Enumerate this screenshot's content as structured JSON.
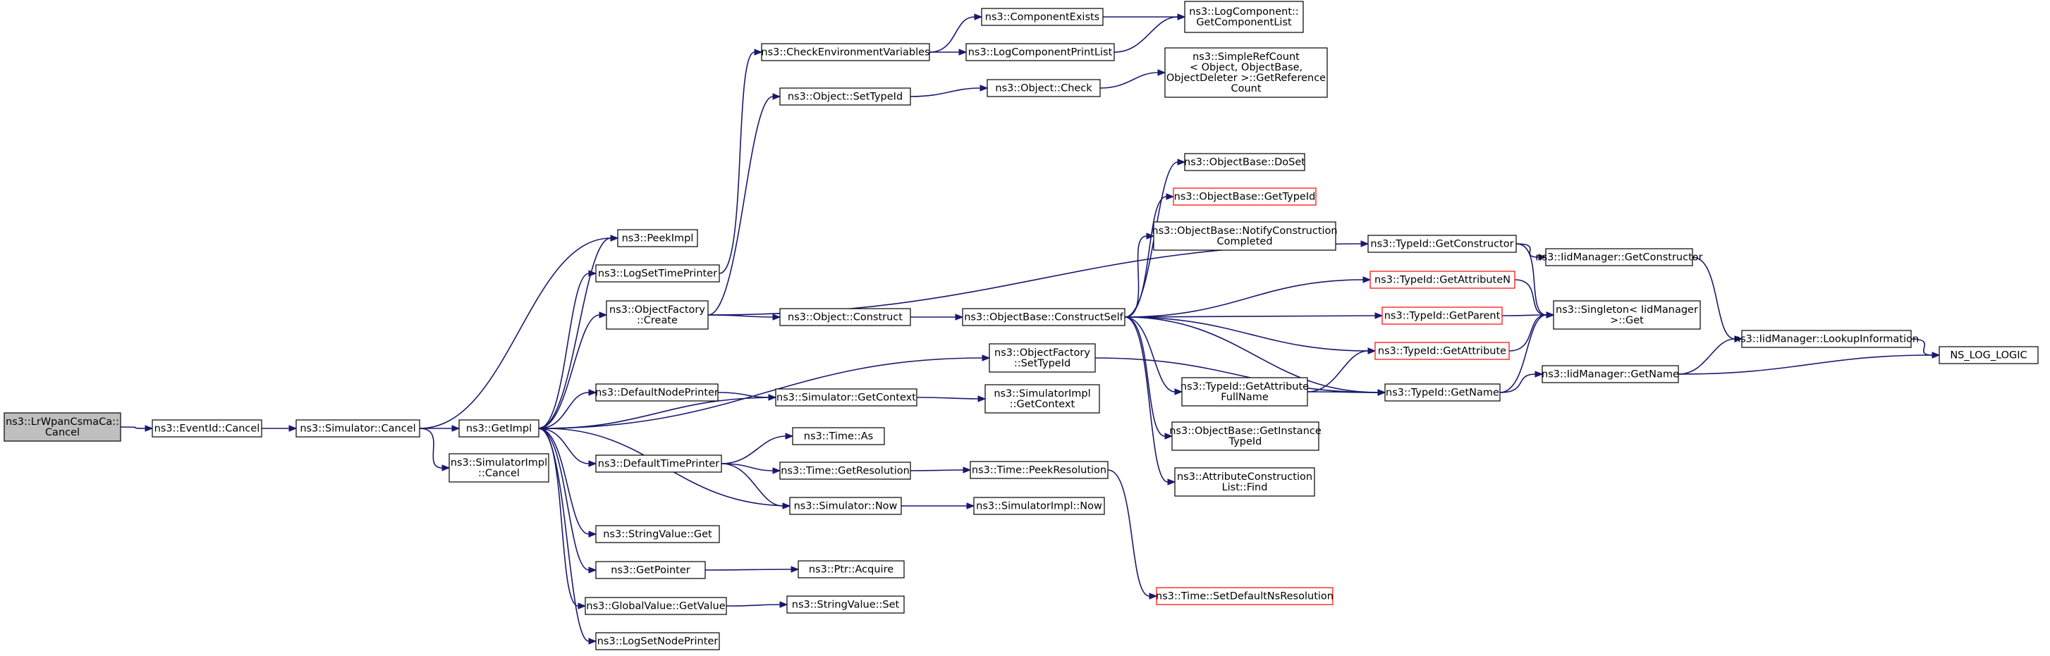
{
  "nodes": [
    {
      "id": "n1",
      "lines": [
        "ns3::LrWpanCsmaCa::",
        "Cancel"
      ],
      "root": true
    },
    {
      "id": "n2",
      "lines": [
        "ns3::EventId::Cancel"
      ]
    },
    {
      "id": "n3",
      "lines": [
        "ns3::Simulator::Cancel"
      ]
    },
    {
      "id": "n4",
      "lines": [
        "ns3::GetImpl"
      ]
    },
    {
      "id": "n5",
      "lines": [
        "ns3::SimulatorImpl",
        "::Cancel"
      ]
    },
    {
      "id": "n6",
      "lines": [
        "ns3::PeekImpl"
      ]
    },
    {
      "id": "n7",
      "lines": [
        "ns3::LogSetTimePrinter"
      ]
    },
    {
      "id": "n8",
      "lines": [
        "ns3::ObjectFactory",
        "::Create"
      ]
    },
    {
      "id": "n9",
      "lines": [
        "ns3::DefaultNodePrinter"
      ]
    },
    {
      "id": "n10",
      "lines": [
        "ns3::DefaultTimePrinter"
      ]
    },
    {
      "id": "n11",
      "lines": [
        "ns3::StringValue::Get"
      ]
    },
    {
      "id": "n12",
      "lines": [
        "ns3::GetPointer"
      ]
    },
    {
      "id": "n13",
      "lines": [
        "ns3::GlobalValue::GetValue"
      ]
    },
    {
      "id": "n14",
      "lines": [
        "ns3::LogSetNodePrinter"
      ]
    },
    {
      "id": "n15",
      "lines": [
        "ns3::CheckEnvironmentVariables"
      ]
    },
    {
      "id": "n16",
      "lines": [
        "ns3::Object::SetTypeId"
      ]
    },
    {
      "id": "n17",
      "lines": [
        "ns3::Object::Construct"
      ]
    },
    {
      "id": "n18",
      "lines": [
        "ns3::Simulator::GetContext"
      ]
    },
    {
      "id": "n19",
      "lines": [
        "ns3::Time::As"
      ]
    },
    {
      "id": "n20",
      "lines": [
        "ns3::Time::GetResolution"
      ]
    },
    {
      "id": "n21",
      "lines": [
        "ns3::Simulator::Now"
      ]
    },
    {
      "id": "n22",
      "lines": [
        "ns3::Ptr::Acquire"
      ]
    },
    {
      "id": "n23",
      "lines": [
        "ns3::StringValue::Set"
      ]
    },
    {
      "id": "n24",
      "lines": [
        "ns3::ComponentExists"
      ]
    },
    {
      "id": "n25",
      "lines": [
        "ns3::LogComponentPrintList"
      ]
    },
    {
      "id": "n26",
      "lines": [
        "ns3::Object::Check"
      ]
    },
    {
      "id": "n27",
      "lines": [
        "ns3::ObjectBase::ConstructSelf"
      ]
    },
    {
      "id": "n28",
      "lines": [
        "ns3::ObjectFactory",
        "::SetTypeId"
      ]
    },
    {
      "id": "n29",
      "lines": [
        "ns3::SimulatorImpl",
        "::GetContext"
      ]
    },
    {
      "id": "n30",
      "lines": [
        "ns3::Time::PeekResolution"
      ]
    },
    {
      "id": "n31",
      "lines": [
        "ns3::SimulatorImpl::Now"
      ]
    },
    {
      "id": "n32",
      "lines": [
        "ns3::LogComponent::",
        "GetComponentList"
      ]
    },
    {
      "id": "n33",
      "lines": [
        "ns3::SimpleRefCount",
        "< Object, ObjectBase,",
        "ObjectDeleter >::GetReference",
        "Count"
      ]
    },
    {
      "id": "n34",
      "lines": [
        "ns3::ObjectBase::DoSet"
      ]
    },
    {
      "id": "n35",
      "lines": [
        "ns3::ObjectBase::GetTypeId"
      ],
      "red": true
    },
    {
      "id": "n36",
      "lines": [
        "ns3::ObjectBase::NotifyConstruction",
        "Completed"
      ]
    },
    {
      "id": "n37",
      "lines": [
        "ns3::TypeId::GetAttribute",
        "FullName"
      ]
    },
    {
      "id": "n38",
      "lines": [
        "ns3::ObjectBase::GetInstance",
        "TypeId"
      ]
    },
    {
      "id": "n39",
      "lines": [
        "ns3::AttributeConstruction",
        "List::Find"
      ]
    },
    {
      "id": "n40",
      "lines": [
        "ns3::Time::SetDefaultNsResolution"
      ],
      "red": true
    },
    {
      "id": "n41",
      "lines": [
        "ns3::TypeId::GetConstructor"
      ]
    },
    {
      "id": "n42",
      "lines": [
        "ns3::TypeId::GetAttributeN"
      ],
      "red": true
    },
    {
      "id": "n43",
      "lines": [
        "ns3::TypeId::GetParent"
      ],
      "red": true
    },
    {
      "id": "n44",
      "lines": [
        "ns3::TypeId::GetAttribute"
      ],
      "red": true
    },
    {
      "id": "n45",
      "lines": [
        "ns3::TypeId::GetName"
      ]
    },
    {
      "id": "n46",
      "lines": [
        "ns3::IidManager::GetConstructor"
      ]
    },
    {
      "id": "n47",
      "lines": [
        "ns3::Singleton< IidManager",
        " >::Get"
      ]
    },
    {
      "id": "n48",
      "lines": [
        "ns3::IidManager::GetName"
      ]
    },
    {
      "id": "n49",
      "lines": [
        "ns3::IidManager::LookupInformation"
      ]
    },
    {
      "id": "n50",
      "lines": [
        "NS_LOG_LOGIC"
      ]
    }
  ],
  "edges": [
    [
      "n1",
      "n2"
    ],
    [
      "n2",
      "n3"
    ],
    [
      "n3",
      "n4"
    ],
    [
      "n3",
      "n5"
    ],
    [
      "n3",
      "n6"
    ],
    [
      "n4",
      "n6"
    ],
    [
      "n4",
      "n7"
    ],
    [
      "n4",
      "n8"
    ],
    [
      "n4",
      "n9"
    ],
    [
      "n4",
      "n10"
    ],
    [
      "n4",
      "n11"
    ],
    [
      "n4",
      "n12"
    ],
    [
      "n4",
      "n13"
    ],
    [
      "n4",
      "n14"
    ],
    [
      "n4",
      "n28"
    ],
    [
      "n7",
      "n15"
    ],
    [
      "n8",
      "n16"
    ],
    [
      "n8",
      "n17"
    ],
    [
      "n8",
      "n41"
    ],
    [
      "n9",
      "n18"
    ],
    [
      "n18",
      "n4"
    ],
    [
      "n18",
      "n29"
    ],
    [
      "n10",
      "n19"
    ],
    [
      "n10",
      "n20"
    ],
    [
      "n10",
      "n21"
    ],
    [
      "n21",
      "n4"
    ],
    [
      "n21",
      "n31"
    ],
    [
      "n12",
      "n22"
    ],
    [
      "n13",
      "n23"
    ],
    [
      "n15",
      "n24"
    ],
    [
      "n15",
      "n25"
    ],
    [
      "n24",
      "n32"
    ],
    [
      "n25",
      "n32"
    ],
    [
      "n16",
      "n26"
    ],
    [
      "n26",
      "n33"
    ],
    [
      "n17",
      "n27"
    ],
    [
      "n27",
      "n34"
    ],
    [
      "n27",
      "n35"
    ],
    [
      "n27",
      "n36"
    ],
    [
      "n27",
      "n37"
    ],
    [
      "n27",
      "n38"
    ],
    [
      "n27",
      "n39"
    ],
    [
      "n27",
      "n42"
    ],
    [
      "n27",
      "n43"
    ],
    [
      "n27",
      "n44"
    ],
    [
      "n27",
      "n45"
    ],
    [
      "n20",
      "n30"
    ],
    [
      "n30",
      "n40"
    ],
    [
      "n28",
      "n45"
    ],
    [
      "n37",
      "n44"
    ],
    [
      "n37",
      "n45"
    ],
    [
      "n41",
      "n46"
    ],
    [
      "n41",
      "n47"
    ],
    [
      "n42",
      "n47"
    ],
    [
      "n43",
      "n47"
    ],
    [
      "n44",
      "n47"
    ],
    [
      "n45",
      "n47"
    ],
    [
      "n45",
      "n48"
    ],
    [
      "n46",
      "n49"
    ],
    [
      "n48",
      "n49"
    ],
    [
      "n48",
      "n50"
    ],
    [
      "n49",
      "n50"
    ]
  ]
}
